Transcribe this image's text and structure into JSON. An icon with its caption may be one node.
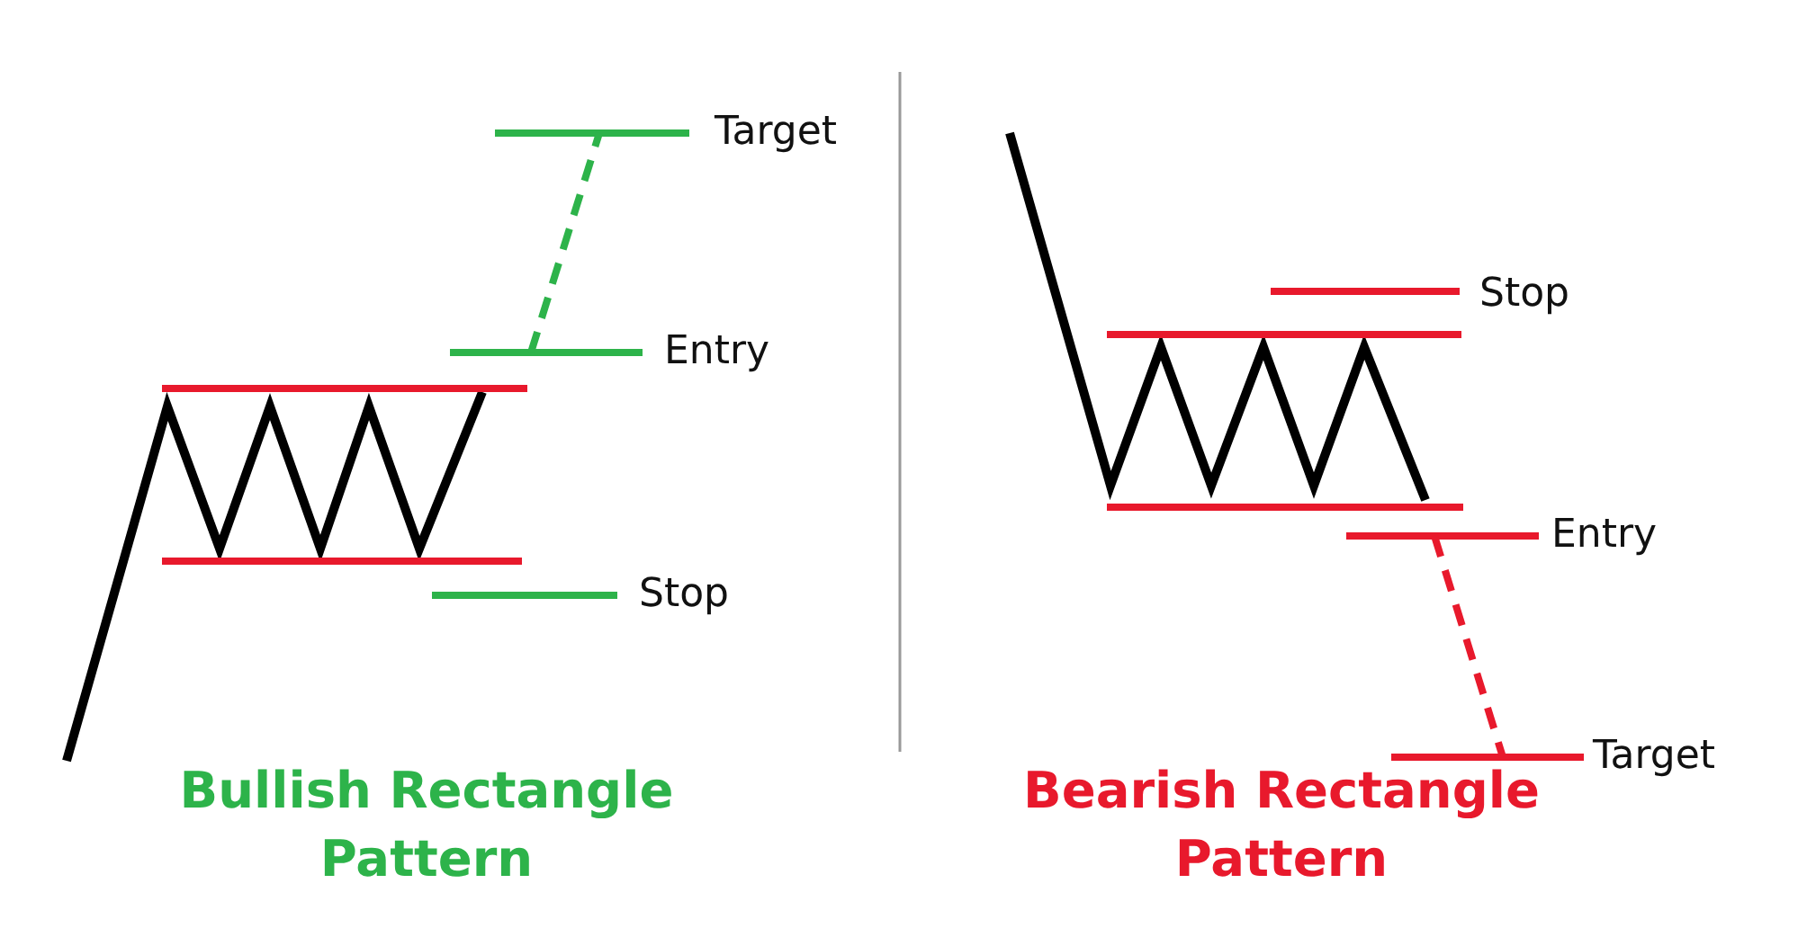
{
  "diagram": {
    "labels": [
      "Target",
      "Entry",
      "Stop",
      "Bullish Rectangle Pattern",
      "Stop",
      "Entry",
      "Target",
      "Bearish Rectangle Pattern"
    ]
  }
}
